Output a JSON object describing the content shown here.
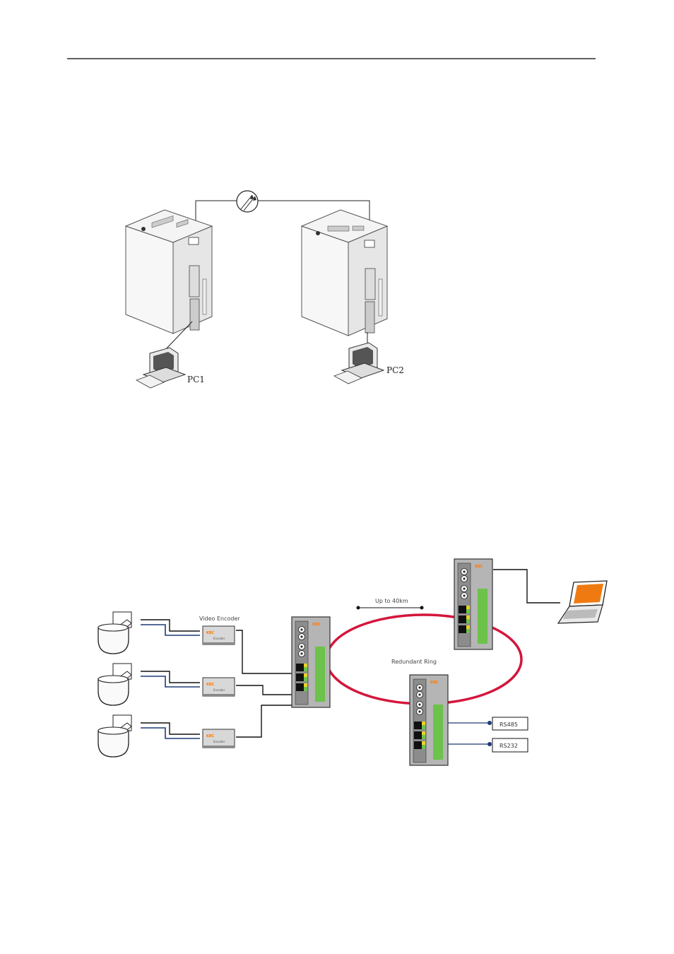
{
  "figure1": {
    "pc1_label": "PC1",
    "pc2_label": "PC2"
  },
  "figure2": {
    "video_encoder_label": "Video Encoder",
    "distance_label": "Up to 40km",
    "ring_label": "Redundant Ring",
    "rs485_label": "RS485",
    "rs232_label": "RS232",
    "encoder_box_label": "Encoder",
    "brand_mark": "KBC",
    "ring_color": "#d4163c",
    "port_green": "#6cc24a",
    "port_yellow": "#e8d22a",
    "laptop_screen_color": "#f07a12"
  }
}
